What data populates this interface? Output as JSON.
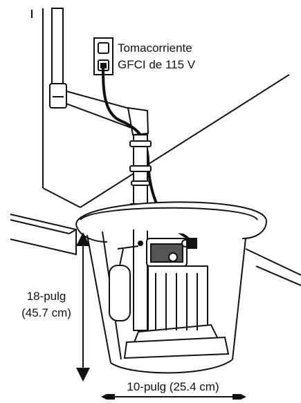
{
  "outlet_label": {
    "line1": "Tomacorriente",
    "line2": "GFCI de 115 V"
  },
  "depth_label": {
    "line1": "18-pulg",
    "line2": "(45.7 cm)"
  },
  "width_label": "10-pulg (25.4 cm)"
}
